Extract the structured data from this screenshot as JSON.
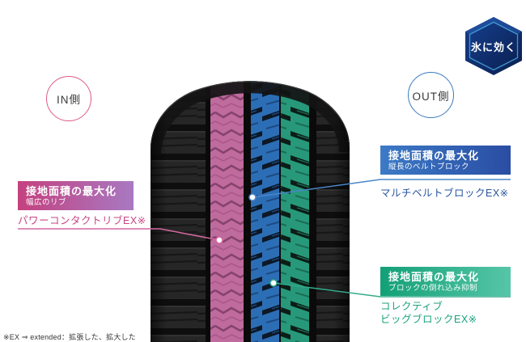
{
  "badge": {
    "label": "氷に効く",
    "color": "#0d2a66"
  },
  "side_markers": {
    "in": "IN側",
    "out": "OUT側"
  },
  "callouts": {
    "pink": {
      "title": "接地面積の最大化",
      "subtitle": "幅広のリブ",
      "name": "パワーコンタクトリブEX※",
      "accent": "#c74585"
    },
    "blue": {
      "title": "接地面積の最大化",
      "subtitle": "縦長のベルトブロック",
      "name": "マルチベルトブロックEX※",
      "accent": "#2a5cab"
    },
    "green": {
      "title": "接地面積の最大化",
      "subtitle": "ブロックの倒れ込み抑制",
      "name_line1": "コレクティブ",
      "name_line2": "ビッグブロックEX※",
      "accent": "#1aa17c"
    }
  },
  "tire": {
    "rib_colors": {
      "pink": "#bf6b9d",
      "blue": "#2c6eb6",
      "green": "#27997a"
    }
  },
  "footnote": "※EX ⇒ extended：拡張した、拡大した"
}
